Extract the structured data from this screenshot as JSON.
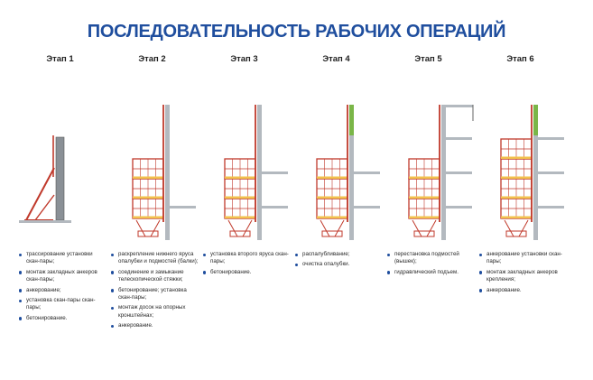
{
  "title": "ПОСЛЕДОВАТЕЛЬНОСТЬ РАБОЧИХ ОПЕРАЦИЙ",
  "colors": {
    "title": "#1f4e9e",
    "bullet": "#1f4e9e",
    "scaffold": "#c0392b",
    "formwork": "#f2c14e",
    "wall": "#b3b9bf",
    "fresh_concrete": "#7ab648"
  },
  "stages": [
    {
      "label": "Этап 1",
      "tiers": 0,
      "floors": 0,
      "green_top": false,
      "upper_frame": false,
      "steps": [
        "трассирование установки скан-пары;",
        "монтаж закладных анкеров скан-пары;",
        "анкерование;",
        "установка скан-пары скан-пары;",
        "бетонирование."
      ]
    },
    {
      "label": "Этап 2",
      "tiers": 3,
      "floors": 1,
      "green_top": false,
      "upper_frame": false,
      "steps": [
        "раскрепление нижнего яруса опалубки и подмостей (балки);",
        "соединение и замыкание телескопической стяжки;",
        "бетонирование; установка скан-пары;",
        "монтаж досок на опорных кронштейнах;",
        "анкерование."
      ]
    },
    {
      "label": "Этап 3",
      "tiers": 3,
      "floors": 2,
      "green_top": false,
      "upper_frame": false,
      "steps": [
        "установка второго яруса скан-пары;",
        "бетонирование."
      ]
    },
    {
      "label": "Этап 4",
      "tiers": 3,
      "floors": 2,
      "green_top": true,
      "upper_frame": false,
      "steps": [
        "распалубливание;",
        "очистка опалубки."
      ]
    },
    {
      "label": "Этап 5",
      "tiers": 3,
      "floors": 3,
      "green_top": false,
      "upper_frame": true,
      "steps": [
        "перестановка подмостей (вышек);",
        "гидравлический подъем."
      ]
    },
    {
      "label": "Этап 6",
      "tiers": 4,
      "floors": 3,
      "green_top": true,
      "upper_frame": false,
      "steps": [
        "анкерование установки скан-пары;",
        "монтаж закладных анкеров крепления;",
        "анкерование."
      ]
    }
  ]
}
